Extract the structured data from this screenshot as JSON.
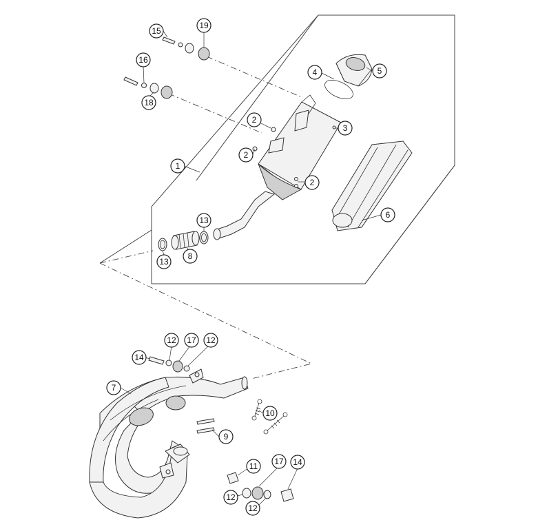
{
  "diagram": {
    "callouts": [
      {
        "id": "c1",
        "label": "1"
      },
      {
        "id": "c2a",
        "label": "2"
      },
      {
        "id": "c2b",
        "label": "2"
      },
      {
        "id": "c2c",
        "label": "2"
      },
      {
        "id": "c3",
        "label": "3"
      },
      {
        "id": "c4",
        "label": "4"
      },
      {
        "id": "c5",
        "label": "5"
      },
      {
        "id": "c6",
        "label": "6"
      },
      {
        "id": "c7",
        "label": "7"
      },
      {
        "id": "c8",
        "label": "8"
      },
      {
        "id": "c9",
        "label": "9"
      },
      {
        "id": "c10",
        "label": "10"
      },
      {
        "id": "c11",
        "label": "11"
      },
      {
        "id": "c12a",
        "label": "12"
      },
      {
        "id": "c12b",
        "label": "12"
      },
      {
        "id": "c12c",
        "label": "12"
      },
      {
        "id": "c12d",
        "label": "12"
      },
      {
        "id": "c13a",
        "label": "13"
      },
      {
        "id": "c13b",
        "label": "13"
      },
      {
        "id": "c14a",
        "label": "14"
      },
      {
        "id": "c14b",
        "label": "14"
      },
      {
        "id": "c15",
        "label": "15"
      },
      {
        "id": "c16",
        "label": "16"
      },
      {
        "id": "c17a",
        "label": "17"
      },
      {
        "id": "c17b",
        "label": "17"
      },
      {
        "id": "c18",
        "label": "18"
      },
      {
        "id": "c19",
        "label": "19"
      }
    ]
  }
}
